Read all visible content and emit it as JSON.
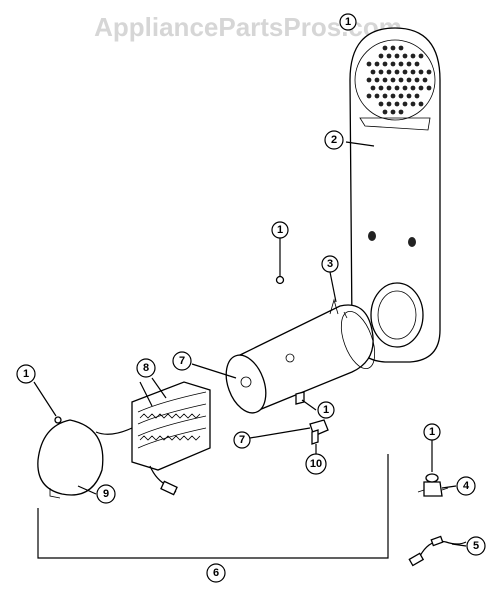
{
  "watermark": "AppliancePartsPros.com",
  "callouts": [
    {
      "id": "c-1-top",
      "label": "1"
    },
    {
      "id": "c-2",
      "label": "2"
    },
    {
      "id": "c-1-mid",
      "label": "1"
    },
    {
      "id": "c-3",
      "label": "3"
    },
    {
      "id": "c-8",
      "label": "8"
    },
    {
      "id": "c-7-upper",
      "label": "7"
    },
    {
      "id": "c-1-left",
      "label": "1"
    },
    {
      "id": "c-1-right",
      "label": "1"
    },
    {
      "id": "c-7-lower",
      "label": "7"
    },
    {
      "id": "c-10",
      "label": "10"
    },
    {
      "id": "c-9",
      "label": "9"
    },
    {
      "id": "c-1-thermostat",
      "label": "1"
    },
    {
      "id": "c-4",
      "label": "4"
    },
    {
      "id": "c-5",
      "label": "5"
    },
    {
      "id": "c-6",
      "label": "6"
    }
  ],
  "colors": {
    "line": "#000000",
    "watermark": "#d6d6d6",
    "background": "#ffffff"
  }
}
